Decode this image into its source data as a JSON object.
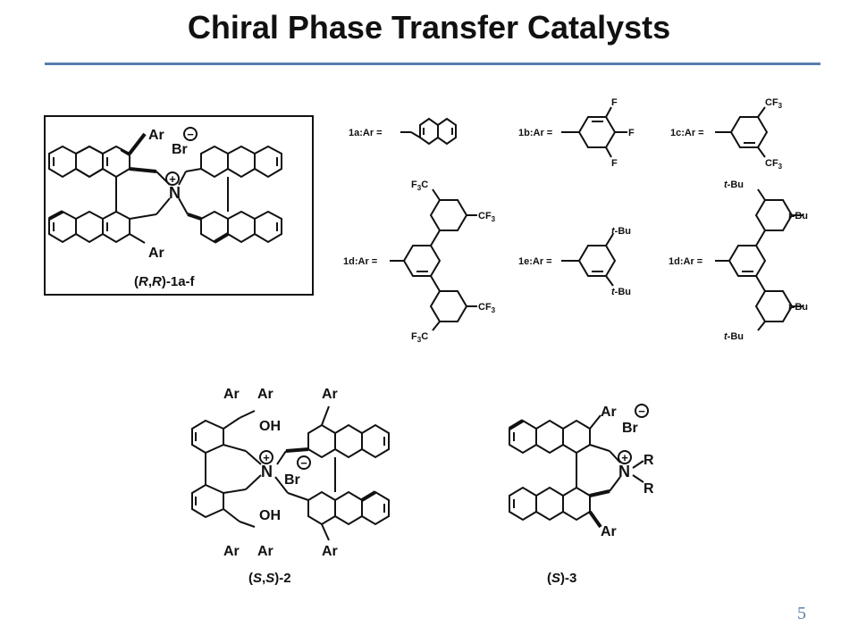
{
  "slide": {
    "title": "Chiral Phase Transfer Catalysts",
    "page_number": "5",
    "accent_color": "#5a7fb0"
  },
  "catalyst_1": {
    "ar_top": "Ar",
    "ar_bottom": "Ar",
    "counterion": "Br",
    "nitrogen": "N",
    "plus": "+",
    "minus": "−",
    "caption_open": "(",
    "caption_r1": "R",
    "caption_comma": ",",
    "caption_r2": "R",
    "caption_close": ")-1a-f"
  },
  "ar_groups": {
    "g1a_label": "1a:Ar =",
    "g1b_label": "1b:Ar =",
    "g1c_label": "1c:Ar =",
    "g1d_label": "1d:Ar =",
    "g1e_label": "1e:Ar =",
    "g1f_label": "1d:Ar =",
    "f": "F",
    "cf3": "CF",
    "f3c_f": "F",
    "f3c_c": "C",
    "sub3": "3",
    "tbu_t": "t",
    "tbu_bu": "-Bu"
  },
  "catalyst_2": {
    "ar": "Ar",
    "oh": "OH",
    "counterion": "Br",
    "nitrogen": "N",
    "plus": "+",
    "minus": "−",
    "caption_open": "(",
    "caption_s1": "S",
    "caption_comma": ",",
    "caption_s2": "S",
    "caption_close": ")-2"
  },
  "catalyst_3": {
    "ar_top": "Ar",
    "ar_bottom": "Ar",
    "counterion": "Br",
    "nitrogen": "N",
    "r": "R",
    "plus": "+",
    "minus": "−",
    "caption_open": "(",
    "caption_s": "S",
    "caption_close": ")-3"
  }
}
